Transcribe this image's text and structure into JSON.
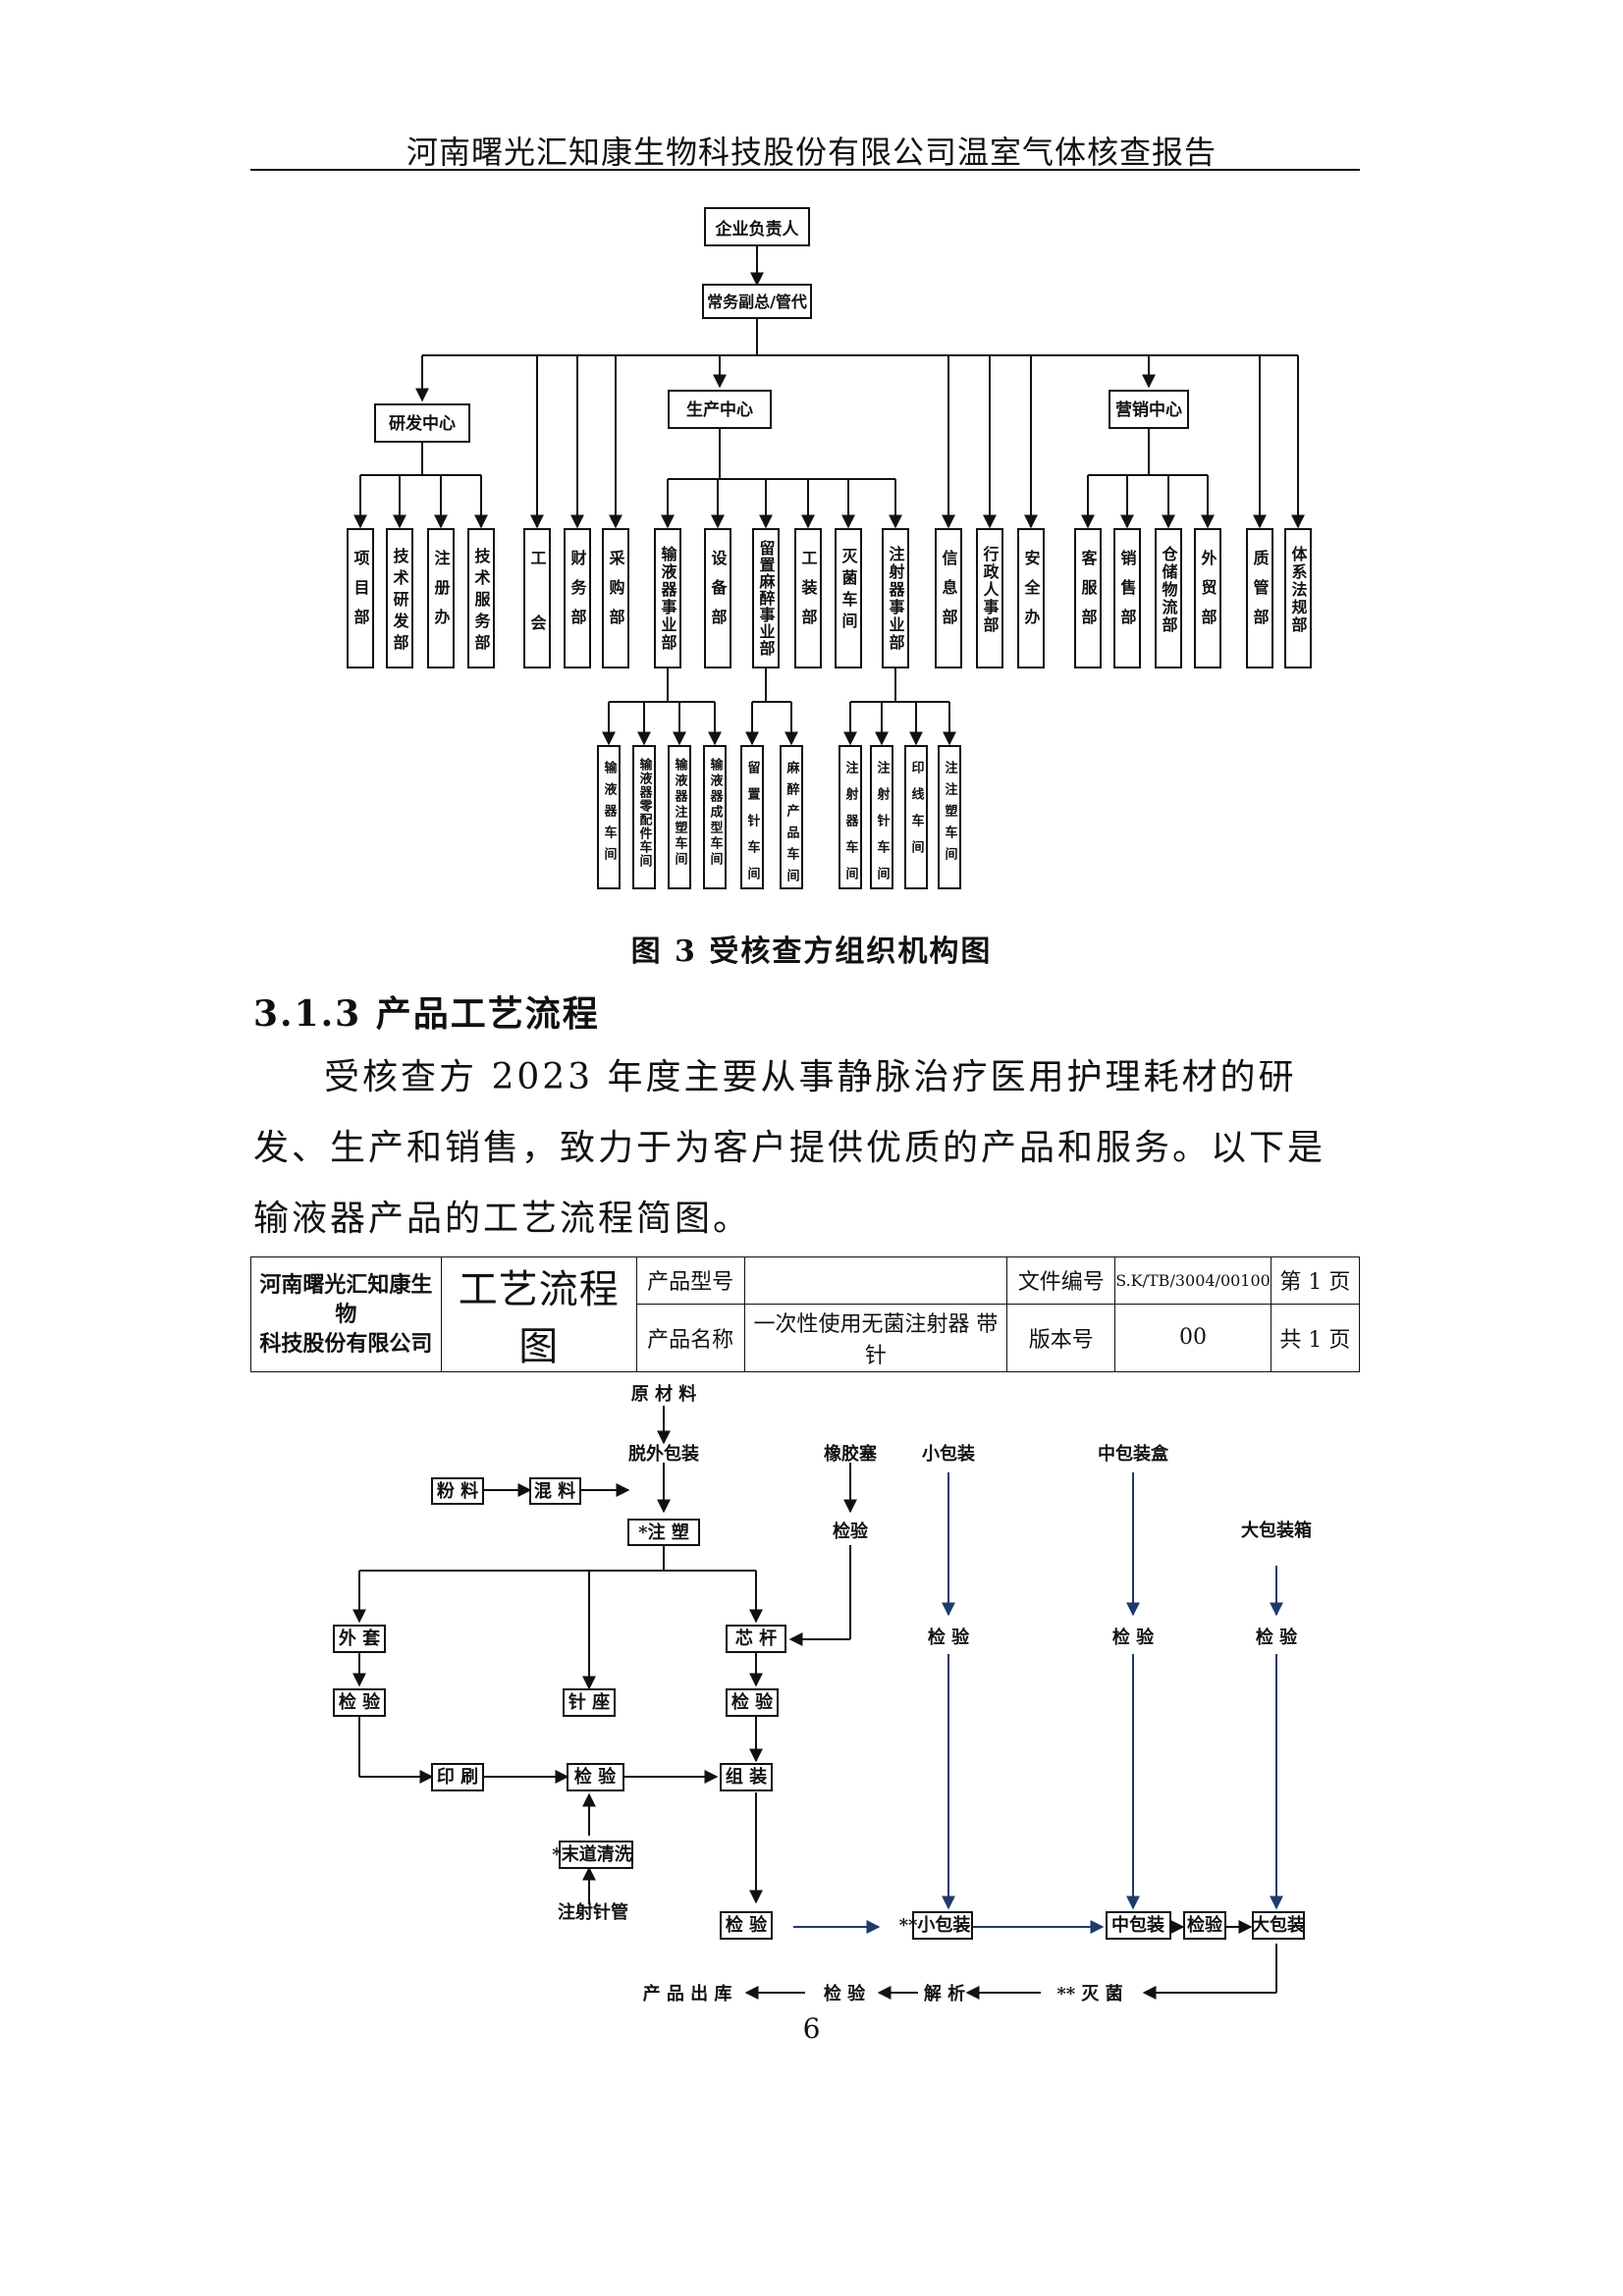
{
  "header": {
    "title": "河南曙光汇知康生物科技股份有限公司温室气体核查报告"
  },
  "org_chart": {
    "top": "企业负责人",
    "second": "常务副总/管代",
    "centers": {
      "rd": "研发中心",
      "production": "生产中心",
      "marketing": "营销中心"
    },
    "departments": {
      "xiangmu": "项目部",
      "jishuyanfa": "技术研发部",
      "zhuce": "注册办",
      "jishufuwu": "技术服务部",
      "gonghui": "工会",
      "caiwu": "财务部",
      "caigou": "采购部",
      "shuyeqi": "输液器事业部",
      "shebei": "设备部",
      "liuzhi": "留置麻醉事业部",
      "gongzhuang": "工装部",
      "mianjun": "灭菌车间",
      "zhusheqi": "注射器事业部",
      "xinxi": "信息部",
      "xingzheng": "行政人事部",
      "anquan": "安全办",
      "kefu": "客服部",
      "xiaoshou": "销售部",
      "cangchu": "仓储物流部",
      "waimao": "外贸部",
      "zhiguan": "质管部",
      "tixi": "体系法规部"
    },
    "workshops": {
      "w1": "输液器车间",
      "w2": "输液器零配件车间",
      "w3": "输液器注塑车间",
      "w4": "输液器成型车间",
      "w5": "留置针车间",
      "w6": "麻醉产品车间",
      "w7": "注射器车间",
      "w8": "注射针车间",
      "w9": "印线车间",
      "w10": "注注塑车间"
    }
  },
  "figure_caption": "图 3  受核查方组织机构图",
  "section": {
    "heading": "3.1.3 产品工艺流程",
    "paragraph": "受核查方 2023 年度主要从事静脉治疗医用护理耗材的研发、生产和销售，致力于为客户提供优质的产品和服务。以下是输液器产品的工艺流程简图。"
  },
  "process_form": {
    "company": "河南曙光汇知康生物科技股份有限公司",
    "company_line1": "河南曙光汇知康生物",
    "company_line2": "科技股份有限公司",
    "title": "工艺流程图",
    "product_model_label": "产品型号",
    "product_model_value": "",
    "file_no_label": "文件编号",
    "file_no_value": "S.K/TB/3004/00100",
    "page_label": "第 1 页",
    "product_name_label": "产品名称",
    "product_name_value": "一次性使用无菌注射器 带针",
    "version_label": "版本号",
    "version_value": "00",
    "total_pages": "共 1 页"
  },
  "flowchart": {
    "raw_material": "原 材 料",
    "outer_unpack": "脱外包装",
    "rubber_plug": "橡胶塞",
    "small_pack_in": "小包装",
    "mid_box_in": "中包装盒",
    "big_box_in": "大包装箱",
    "powder": "粉 料",
    "mixing": "混 料",
    "injection": "*注   塑",
    "inspect_rubber": "检验",
    "outer_sleeve": "外 套",
    "core_rod": "芯 杆",
    "inspect_small": "检 验",
    "inspect_mid": "检 验",
    "inspect_big": "检 验",
    "inspect_outer": "检 验",
    "needle_seat": "针 座",
    "inspect_core": "检 验",
    "printing": "印 刷",
    "inspect_center": "检 验",
    "assembly": "组 装",
    "end_clean": "*末道清洗",
    "needle_tube": "注射针管",
    "inspect_final": "检 验",
    "small_pack": "**小包装",
    "mid_pack": "中包装",
    "inspect_pack": "检验",
    "big_pack": "大包装",
    "release": "产 品 出 库",
    "inspect_release": "检 验",
    "analysis": "解 析",
    "sterilize": "** 灭 菌"
  },
  "page_number": "6"
}
